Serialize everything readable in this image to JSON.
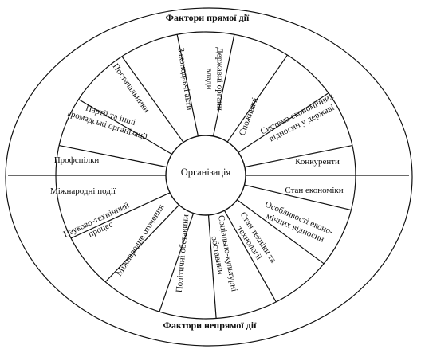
{
  "diagram": {
    "top_heading": "Фактори прямої дії",
    "bottom_heading": "Фактори непрямої дії",
    "center_label": "Організація",
    "direct_factors": [
      {
        "id": "profspilky",
        "lines": [
          "Профспілки"
        ]
      },
      {
        "id": "partii",
        "lines": [
          "Партії та інші",
          "громадські організації"
        ]
      },
      {
        "id": "postachalnyky",
        "lines": [
          "Постачальники"
        ]
      },
      {
        "id": "zakonodavchi-akty",
        "lines": [
          "Законодавчі акти"
        ]
      },
      {
        "id": "derzhavni-orhany",
        "lines": [
          "Державні органи",
          "влади"
        ]
      },
      {
        "id": "spozhyvachi",
        "lines": [
          "Споживачі"
        ]
      },
      {
        "id": "systema-ekonomichnykh",
        "lines": [
          "Система економічних",
          "відносин у державі"
        ]
      },
      {
        "id": "konkurenty",
        "lines": [
          "Конкуренти"
        ]
      }
    ],
    "indirect_factors": [
      {
        "id": "stan-ekonomiky",
        "lines": [
          "Стан економіки"
        ]
      },
      {
        "id": "osoblyvosti",
        "lines": [
          "Особливості еконо-",
          "мічних відносин"
        ]
      },
      {
        "id": "stan-tekhniky",
        "lines": [
          "Стан техніки та",
          "технології"
        ]
      },
      {
        "id": "sotsialno-kulturni",
        "lines": [
          "Соціально-культурні",
          "обставини"
        ]
      },
      {
        "id": "politychni",
        "lines": [
          "Політичні обставини"
        ]
      },
      {
        "id": "mizhnarodne-otochennia",
        "lines": [
          "Міжнародне оточення"
        ]
      },
      {
        "id": "naukovo-tekhnichnyi",
        "lines": [
          "Науково-технічний",
          "процес"
        ]
      },
      {
        "id": "mizhnarodni-podii",
        "lines": [
          "Міжнародні події"
        ]
      }
    ]
  }
}
